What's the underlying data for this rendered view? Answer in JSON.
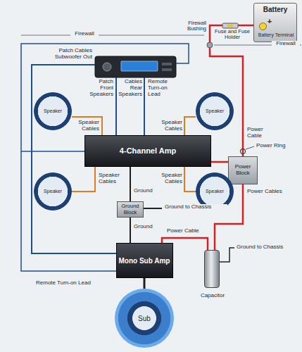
{
  "diagram": {
    "nodes": [
      {
        "text": [
          "Battery"
        ]
      },
      {
        "text": [
          "Speaker"
        ]
      },
      {
        "text": [
          "Speaker"
        ]
      },
      {
        "text": [
          "4-Channel Amp"
        ]
      },
      {
        "text": [
          "Power Block"
        ]
      },
      {
        "text": [
          "Speaker"
        ]
      },
      {
        "text": [
          "Speaker"
        ]
      },
      {
        "text": [
          "Ground Block"
        ]
      },
      {
        "text": [
          "Mono Sub Amp"
        ]
      },
      {
        "text": [
          "Capacitor"
        ]
      },
      {
        "text": [
          "Sub"
        ]
      }
    ],
    "edges": [
      {
        "from": 0,
        "to": 4,
        "arrow": "none",
        "label": "Power Cable"
      },
      {
        "from": 3,
        "to": 4,
        "arrow": "none"
      },
      {
        "from": 4,
        "to": 9,
        "arrow": "none"
      },
      {
        "from": 9,
        "to": 8,
        "arrow": "none",
        "label": "Power Cable"
      },
      {
        "from": 3,
        "to": 1,
        "arrow": "none",
        "label": "Speaker Cables"
      },
      {
        "from": 3,
        "to": 2,
        "arrow": "none",
        "label": "Speaker Cables"
      },
      {
        "from": 3,
        "to": 5,
        "arrow": "none",
        "label": "Speaker Cables"
      },
      {
        "from": 3,
        "to": 6,
        "arrow": "none",
        "label": "Speaker Cables"
      },
      {
        "from": 3,
        "to": 7,
        "arrow": "none",
        "label": "Ground"
      },
      {
        "from": 7,
        "to": 8,
        "arrow": "none",
        "label": "Ground"
      },
      {
        "from": 8,
        "to": 10,
        "arrow": "none"
      }
    ],
    "labels": [
      "Firewall",
      "Firewall",
      "Firewall Bushing",
      "Fuse and Fuse Holder",
      "+",
      "Battery Terminal",
      "Patch Cables Subwoofer Out",
      "Patch",
      "Front Speakers",
      "Cables",
      "Rear Speakers",
      "Remote Turn-on Lead",
      "Power Ring",
      "Power Cables",
      "Ground to Chassis",
      "Ground to Chassis",
      "Remote Turn-on Lead"
    ]
  }
}
